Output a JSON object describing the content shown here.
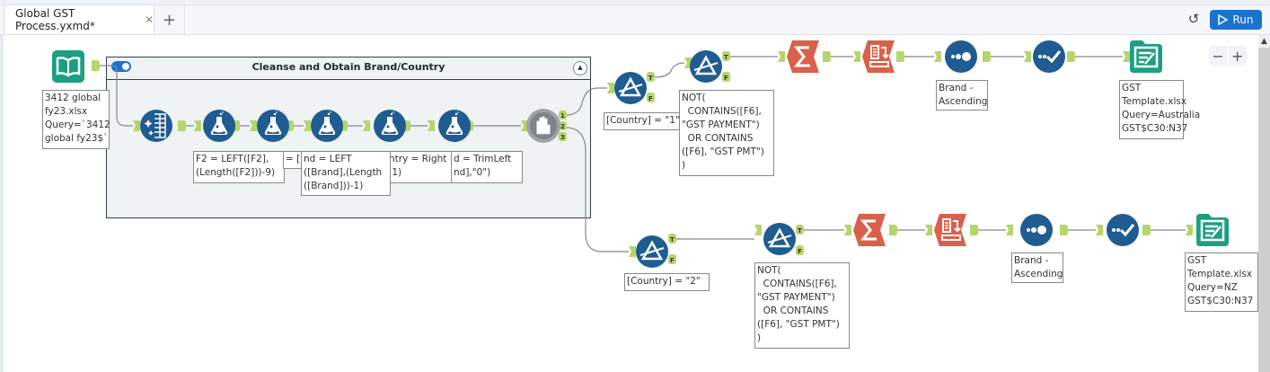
{
  "tab": {
    "title": "Global GST Process.yxmd*",
    "close_icon": "close-icon",
    "new_tab": "+"
  },
  "toolbar": {
    "run_label": "Run",
    "history_icon": "history-icon"
  },
  "zoom": {
    "minus": "−",
    "plus": "+"
  },
  "container": {
    "title": "Cleanse and Obtain Brand/Country",
    "enabled": true
  },
  "annotations": {
    "input": "3412 global\nfy23.xlsx\nQuery=`3412\nglobal fy23$`",
    "formula1": "F2 = LEFT([F2],\n(Length([F2]))-9)",
    "formula2": "= [F2]",
    "formula3": "nd = LEFT\n([Brand],(Length\n([Brand]))-1)",
    "formula4": "ntry = Right\n 1)",
    "formula5": "d = TrimLeft\nnd],\"0\")",
    "filter_country1": "[Country] = \"1\"",
    "filter_gst1": "NOT(\n  CONTAINS([F6],\n\"GST PAYMENT\")\n  OR CONTAINS\n([F6], \"GST PMT\")\n)",
    "sort1": "Brand -\nAscending",
    "output1": "GST\nTemplate.xlsx\nQuery=Australia\nGST$C30:N37",
    "filter_country2": "[Country] = \"2\"",
    "filter_gst2": "NOT(\n  CONTAINS([F6],\n\"GST PAYMENT\")\n  OR CONTAINS\n([F6], \"GST PMT\")\n)",
    "sort2": "Brand -\nAscending",
    "output2": "GST\nTemplate.xlsx\nQuery=NZ\nGST$C30:N37"
  },
  "anchors": {
    "true": "T",
    "false": "F",
    "out1": "1",
    "out2": "2",
    "out3": "3"
  },
  "colors": {
    "accent": "#1a73d1",
    "tool_blue": "#1f5c91",
    "tool_teal": "#1d9f83",
    "tool_orange": "#d9604a",
    "tool_grey": "#7d8488",
    "anchor": "#b5d66a"
  }
}
